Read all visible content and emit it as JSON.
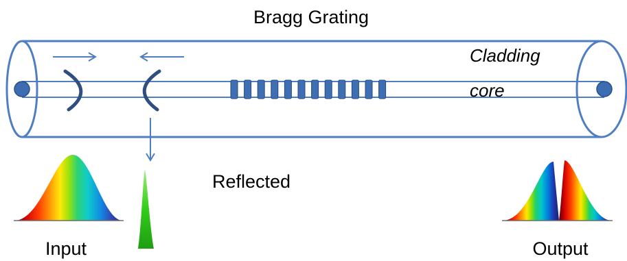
{
  "labels": {
    "title": "Bragg Grating",
    "cladding": "Cladding",
    "core": "core",
    "reflected": "Reflected",
    "input": "Input",
    "output": "Output"
  },
  "colors": {
    "fiber_line": "#4f7ec3",
    "grating_block": "#3f6fb3",
    "grating_edge": "#27497e",
    "core_dot": "#3c6db0",
    "reflected_peak": "#33cc1a",
    "text": "#000000"
  },
  "diagram": {
    "grating_period_count": 12,
    "spectra": [
      "input-spectrum",
      "reflected-spectrum",
      "output-spectrum"
    ],
    "icons": [
      "forward-arrow-icon",
      "backward-arrow-icon",
      "down-arrow-icon",
      "forward-wavefront-icon",
      "reflected-wavefront-icon"
    ]
  }
}
